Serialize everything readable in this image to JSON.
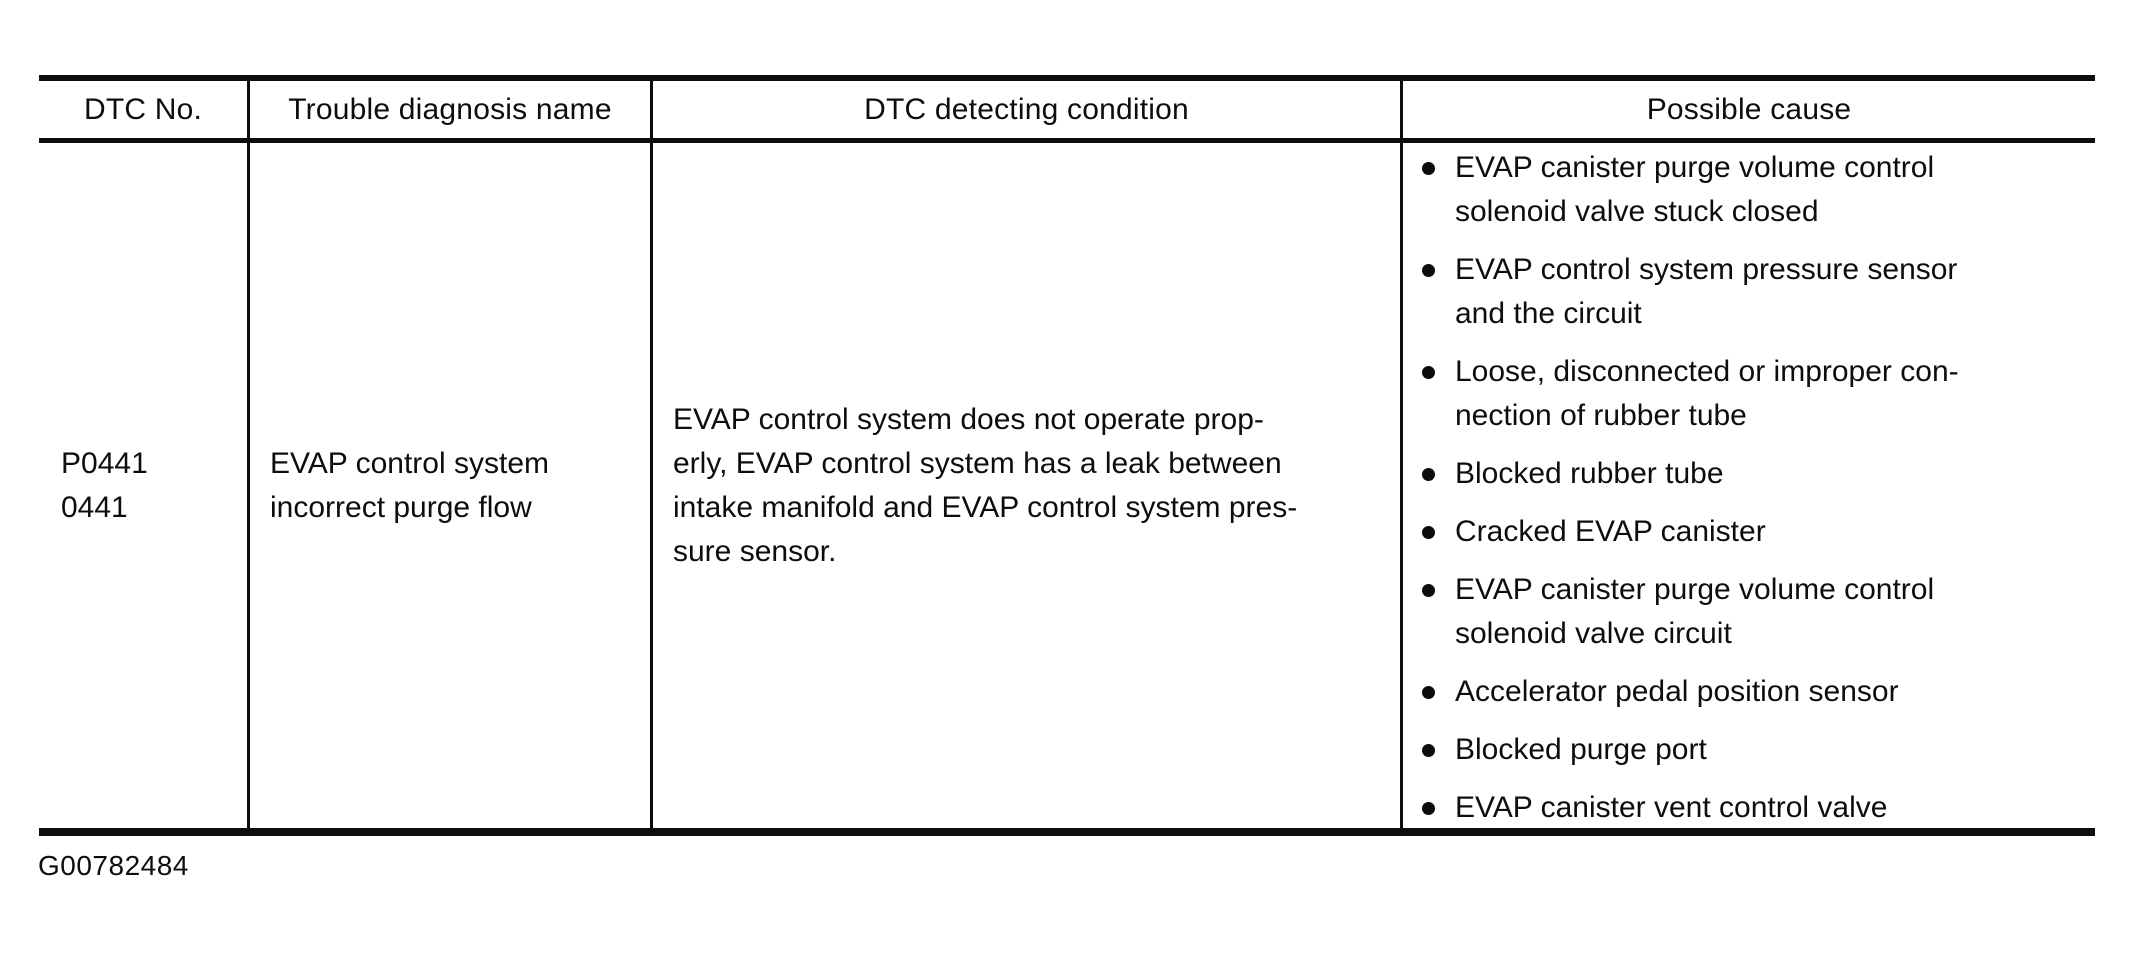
{
  "document": {
    "figure_id": "G00782484"
  },
  "dtc_table": {
    "headers": [
      "DTC No.",
      "Trouble diagnosis name",
      "DTC detecting condition",
      "Possible cause"
    ],
    "row": {
      "dtc_no": "P0441\n0441",
      "trouble_diagnosis_name": "EVAP control system\nincorrect purge flow",
      "dtc_detecting_condition": "EVAP control system does not operate prop-\nerly, EVAP control system has a leak between\nintake manifold and EVAP control system pres-\nsure sensor.",
      "possible_causes": [
        "EVAP canister purge volume control\nsolenoid valve stuck closed",
        "EVAP control system pressure sensor\nand the circuit",
        "Loose, disconnected or improper con-\nnection of rubber tube",
        "Blocked rubber tube",
        "Cracked EVAP canister",
        "EVAP canister purge volume control\nsolenoid valve circuit",
        "Accelerator pedal position sensor",
        "Blocked purge port",
        "EVAP canister vent control valve"
      ]
    }
  },
  "colors": {
    "ink": "#0d0d0d",
    "paper": "#ffffff"
  }
}
